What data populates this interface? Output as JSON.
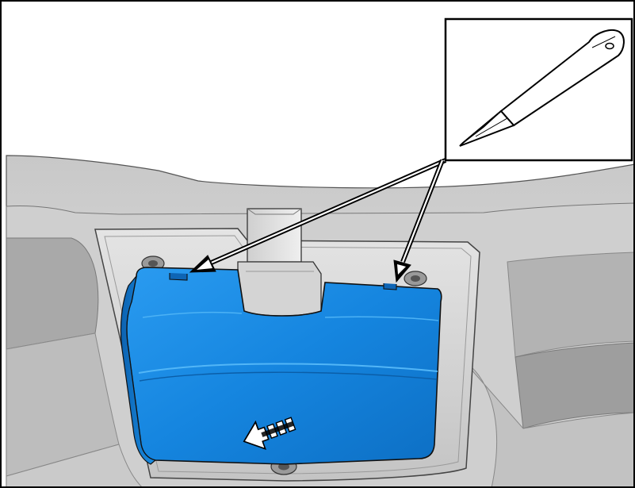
{
  "illustration": {
    "subject": "trim-panel-cover-removal",
    "tool": "flat-blade-trim-tool",
    "callout_count": 2,
    "direction_indicator": "remove-toward-viewer",
    "colors": {
      "cover_panel": "#1a8fe6",
      "cover_panel_dark": "#0f6fc0",
      "cover_panel_light": "#4cb2f5",
      "trim_light": "#d9d9d9",
      "trim_mid": "#b8b8b8",
      "trim_dark": "#8f8f8f",
      "outline": "#000000",
      "background": "#ffffff"
    }
  }
}
